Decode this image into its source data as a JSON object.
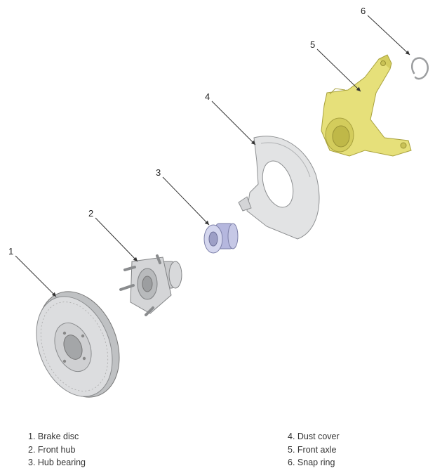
{
  "parts": [
    {
      "num": "1",
      "name": "Brake disc"
    },
    {
      "num": "2",
      "name": "Front hub"
    },
    {
      "num": "3",
      "name": "Hub bearing"
    },
    {
      "num": "4",
      "name": "Dust cover"
    },
    {
      "num": "5",
      "name": "Front axle"
    },
    {
      "num": "6",
      "name": "Snap ring"
    }
  ],
  "colors": {
    "metal": "#d9dadb",
    "metal_dark": "#a9abad",
    "bearing": "#c9cbe8",
    "knuckle": "#e6e07a",
    "knuckle_dark": "#b9b24a",
    "line": "#333333"
  }
}
